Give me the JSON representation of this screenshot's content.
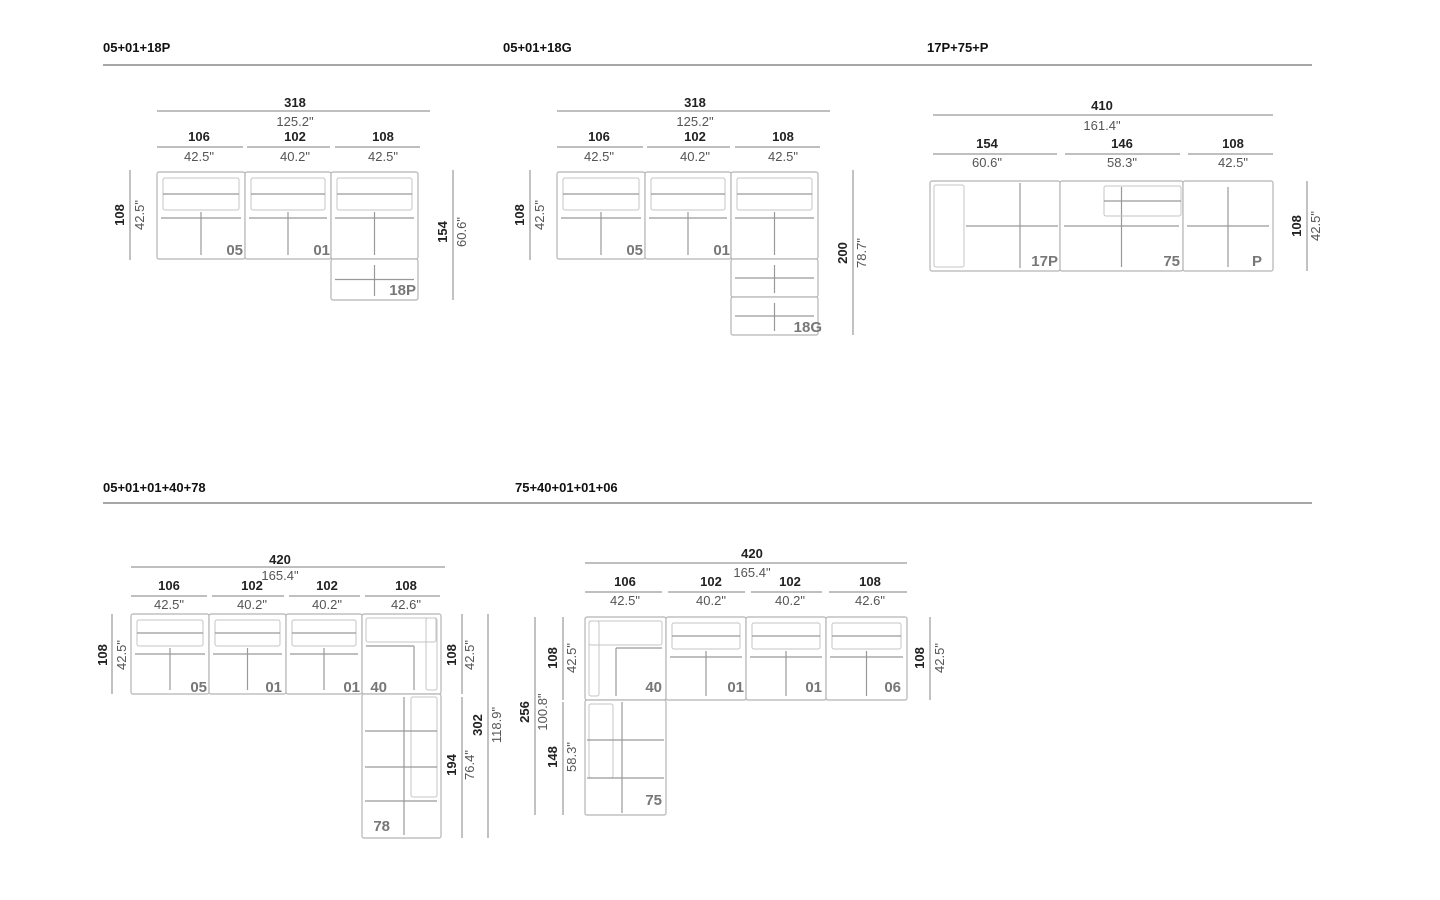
{
  "configs": [
    {
      "title": "05+01+18P",
      "total": {
        "cm": "318",
        "in": "125.2\""
      },
      "widths": [
        {
          "cm": "106",
          "in": "42.5\""
        },
        {
          "cm": "102",
          "in": "40.2\""
        },
        {
          "cm": "108",
          "in": "42.5\""
        }
      ],
      "depths": [
        {
          "cm": "108",
          "in": "42.5\""
        },
        {
          "cm": "154",
          "in": "60.6\""
        }
      ],
      "modules": [
        "05",
        "01",
        "18P"
      ]
    },
    {
      "title": "05+01+18G",
      "total": {
        "cm": "318",
        "in": "125.2\""
      },
      "widths": [
        {
          "cm": "106",
          "in": "42.5\""
        },
        {
          "cm": "102",
          "in": "40.2\""
        },
        {
          "cm": "108",
          "in": "42.5\""
        }
      ],
      "depths": [
        {
          "cm": "108",
          "in": "42.5\""
        },
        {
          "cm": "200",
          "in": "78.7\""
        }
      ],
      "modules": [
        "05",
        "01",
        "18G"
      ]
    },
    {
      "title": "17P+75+P",
      "total": {
        "cm": "410",
        "in": "161.4\""
      },
      "widths": [
        {
          "cm": "154",
          "in": "60.6\""
        },
        {
          "cm": "146",
          "in": "58.3\""
        },
        {
          "cm": "108",
          "in": "42.5\""
        }
      ],
      "depths": [
        {
          "cm": "108",
          "in": "42.5\""
        }
      ],
      "modules": [
        "17P",
        "75",
        "P"
      ]
    },
    {
      "title": "05+01+01+40+78",
      "total": {
        "cm": "420",
        "in": "165.4\""
      },
      "widths": [
        {
          "cm": "106",
          "in": "42.5\""
        },
        {
          "cm": "102",
          "in": "40.2\""
        },
        {
          "cm": "102",
          "in": "40.2\""
        },
        {
          "cm": "108",
          "in": "42.6\""
        }
      ],
      "depths": [
        {
          "cm": "108",
          "in": "42.5\""
        },
        {
          "cm": "108",
          "in": "42.5\""
        },
        {
          "cm": "194",
          "in": "76.4\""
        },
        {
          "cm": "302",
          "in": "118.9\""
        }
      ],
      "modules": [
        "05",
        "01",
        "01",
        "40",
        "78"
      ]
    },
    {
      "title": "75+40+01+01+06",
      "total": {
        "cm": "420",
        "in": "165.4\""
      },
      "widths": [
        {
          "cm": "106",
          "in": "42.5\""
        },
        {
          "cm": "102",
          "in": "40.2\""
        },
        {
          "cm": "102",
          "in": "40.2\""
        },
        {
          "cm": "108",
          "in": "42.6\""
        }
      ],
      "depths": [
        {
          "cm": "256",
          "in": "100.8\""
        },
        {
          "cm": "108",
          "in": "42.5\""
        },
        {
          "cm": "148",
          "in": "58.3\""
        },
        {
          "cm": "108",
          "in": "42.5\""
        }
      ],
      "modules": [
        "40",
        "01",
        "01",
        "06",
        "75"
      ]
    }
  ]
}
